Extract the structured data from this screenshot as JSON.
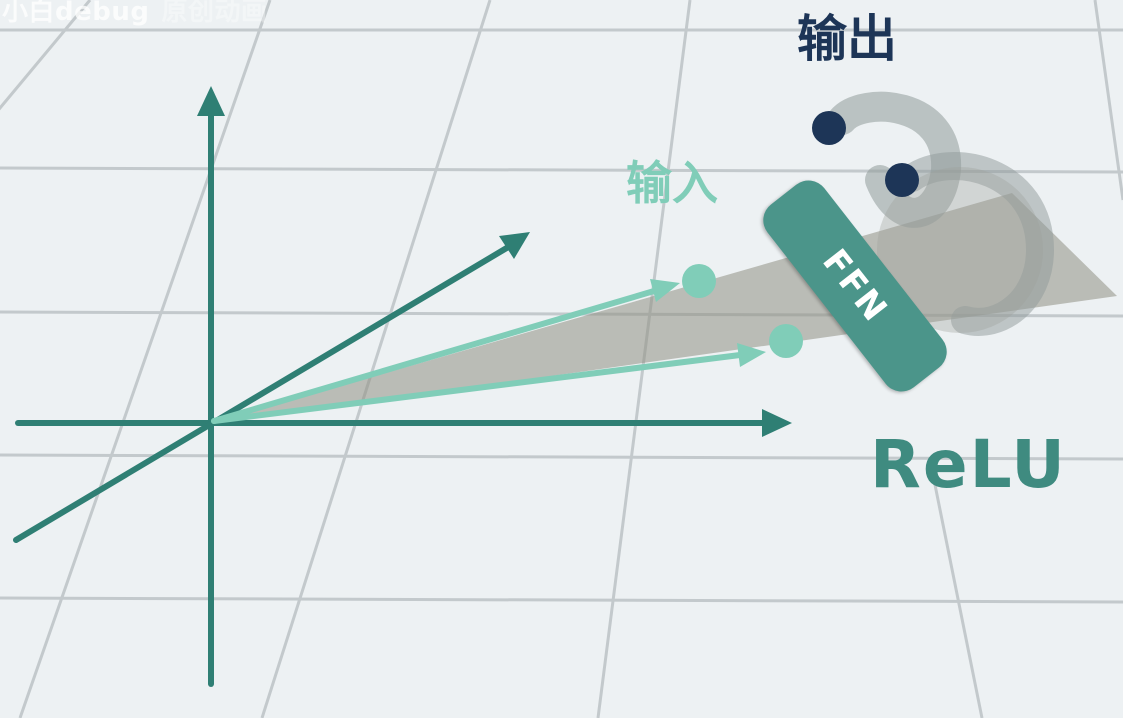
{
  "watermark": {
    "brand": "小白debug",
    "subtitle": "原创动画"
  },
  "labels": {
    "output": "输出",
    "input": "输入",
    "activation": "ReLU",
    "ffn": "FFN"
  },
  "colors": {
    "background": "#edf1f3",
    "grid": "#c3c9cc",
    "axis": "#2f7f74",
    "input_vector": "#80cdb8",
    "output_point": "#1d3557",
    "ffn_block": "#4b958a",
    "relu_text": "#3f8b80",
    "plane": "#8f8f83"
  },
  "icons": {
    "axis_arrowhead": "triangle-arrowhead",
    "input_point": "filled-circle",
    "output_point": "filled-circle"
  }
}
